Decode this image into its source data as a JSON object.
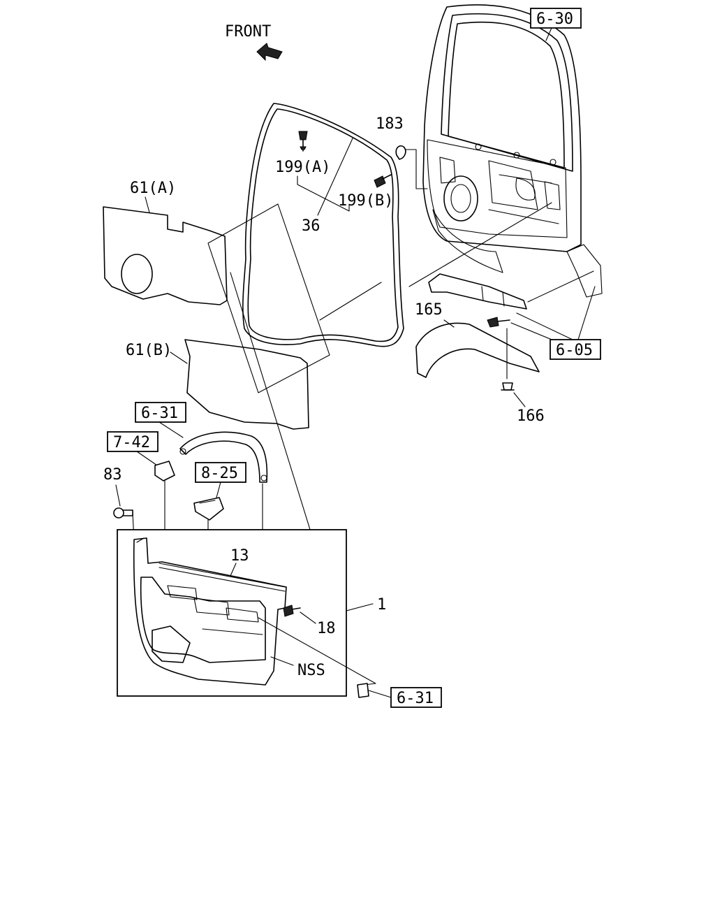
{
  "direction": {
    "label": "FRONT"
  },
  "part_labels": {
    "p183": "183",
    "p199a": "199(A)",
    "p199b": "199(B)",
    "p36": "36",
    "p61a": "61(A)",
    "p61b": "61(B)",
    "p165": "165",
    "p166": "166",
    "p83": "83",
    "p13": "13",
    "p18": "18",
    "p1": "1",
    "pNSS": "NSS"
  },
  "reference_boxes": {
    "ref630": "6-30",
    "ref605": "6-05",
    "ref631a": "6-31",
    "ref742": "7-42",
    "ref825": "8-25",
    "ref631b": "6-31"
  }
}
